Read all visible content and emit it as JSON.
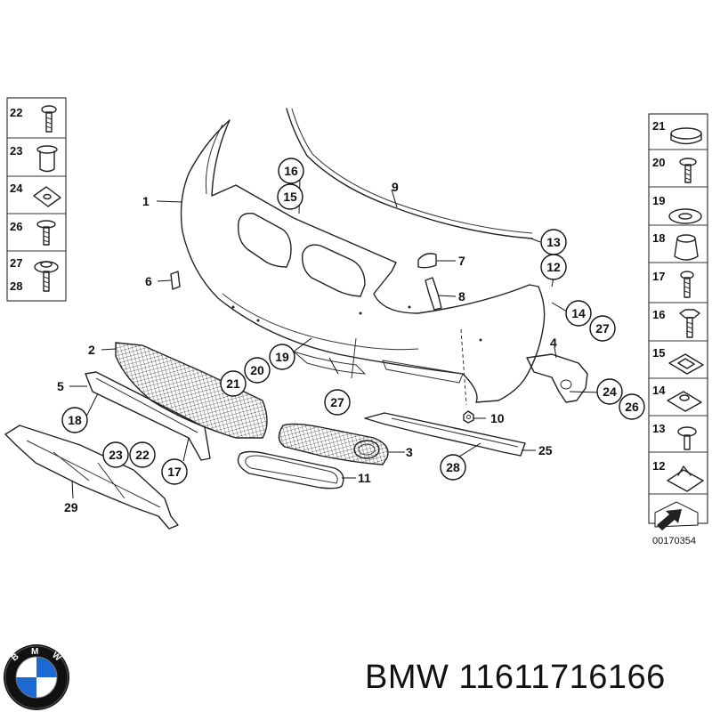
{
  "diagram": {
    "drawing_code": "00170354",
    "main_labels": [
      {
        "num": "1"
      },
      {
        "num": "2"
      },
      {
        "num": "3"
      },
      {
        "num": "4"
      },
      {
        "num": "5"
      },
      {
        "num": "6"
      },
      {
        "num": "7"
      },
      {
        "num": "8"
      },
      {
        "num": "9"
      },
      {
        "num": "10"
      },
      {
        "num": "11"
      },
      {
        "num": "25"
      },
      {
        "num": "29"
      }
    ],
    "circle_labels": [
      {
        "num": "16"
      },
      {
        "num": "15"
      },
      {
        "num": "13"
      },
      {
        "num": "12"
      },
      {
        "num": "14"
      },
      {
        "num": "27"
      },
      {
        "num": "19"
      },
      {
        "num": "20"
      },
      {
        "num": "21"
      },
      {
        "num": "27"
      },
      {
        "num": "24"
      },
      {
        "num": "26"
      },
      {
        "num": "18"
      },
      {
        "num": "23"
      },
      {
        "num": "22"
      },
      {
        "num": "17"
      },
      {
        "num": "28"
      }
    ],
    "left_panel": [
      "22",
      "23",
      "24",
      "26",
      "27",
      "28"
    ],
    "right_panel": [
      "21",
      "20",
      "19",
      "18",
      "17",
      "16",
      "15",
      "14",
      "13",
      "12"
    ]
  },
  "footer": {
    "brand_text": "BMW 11611716166",
    "logo_letters": "BMW"
  },
  "colors": {
    "ink": "#111111",
    "background": "#ffffff",
    "logo_blue": "#1c69d4"
  }
}
